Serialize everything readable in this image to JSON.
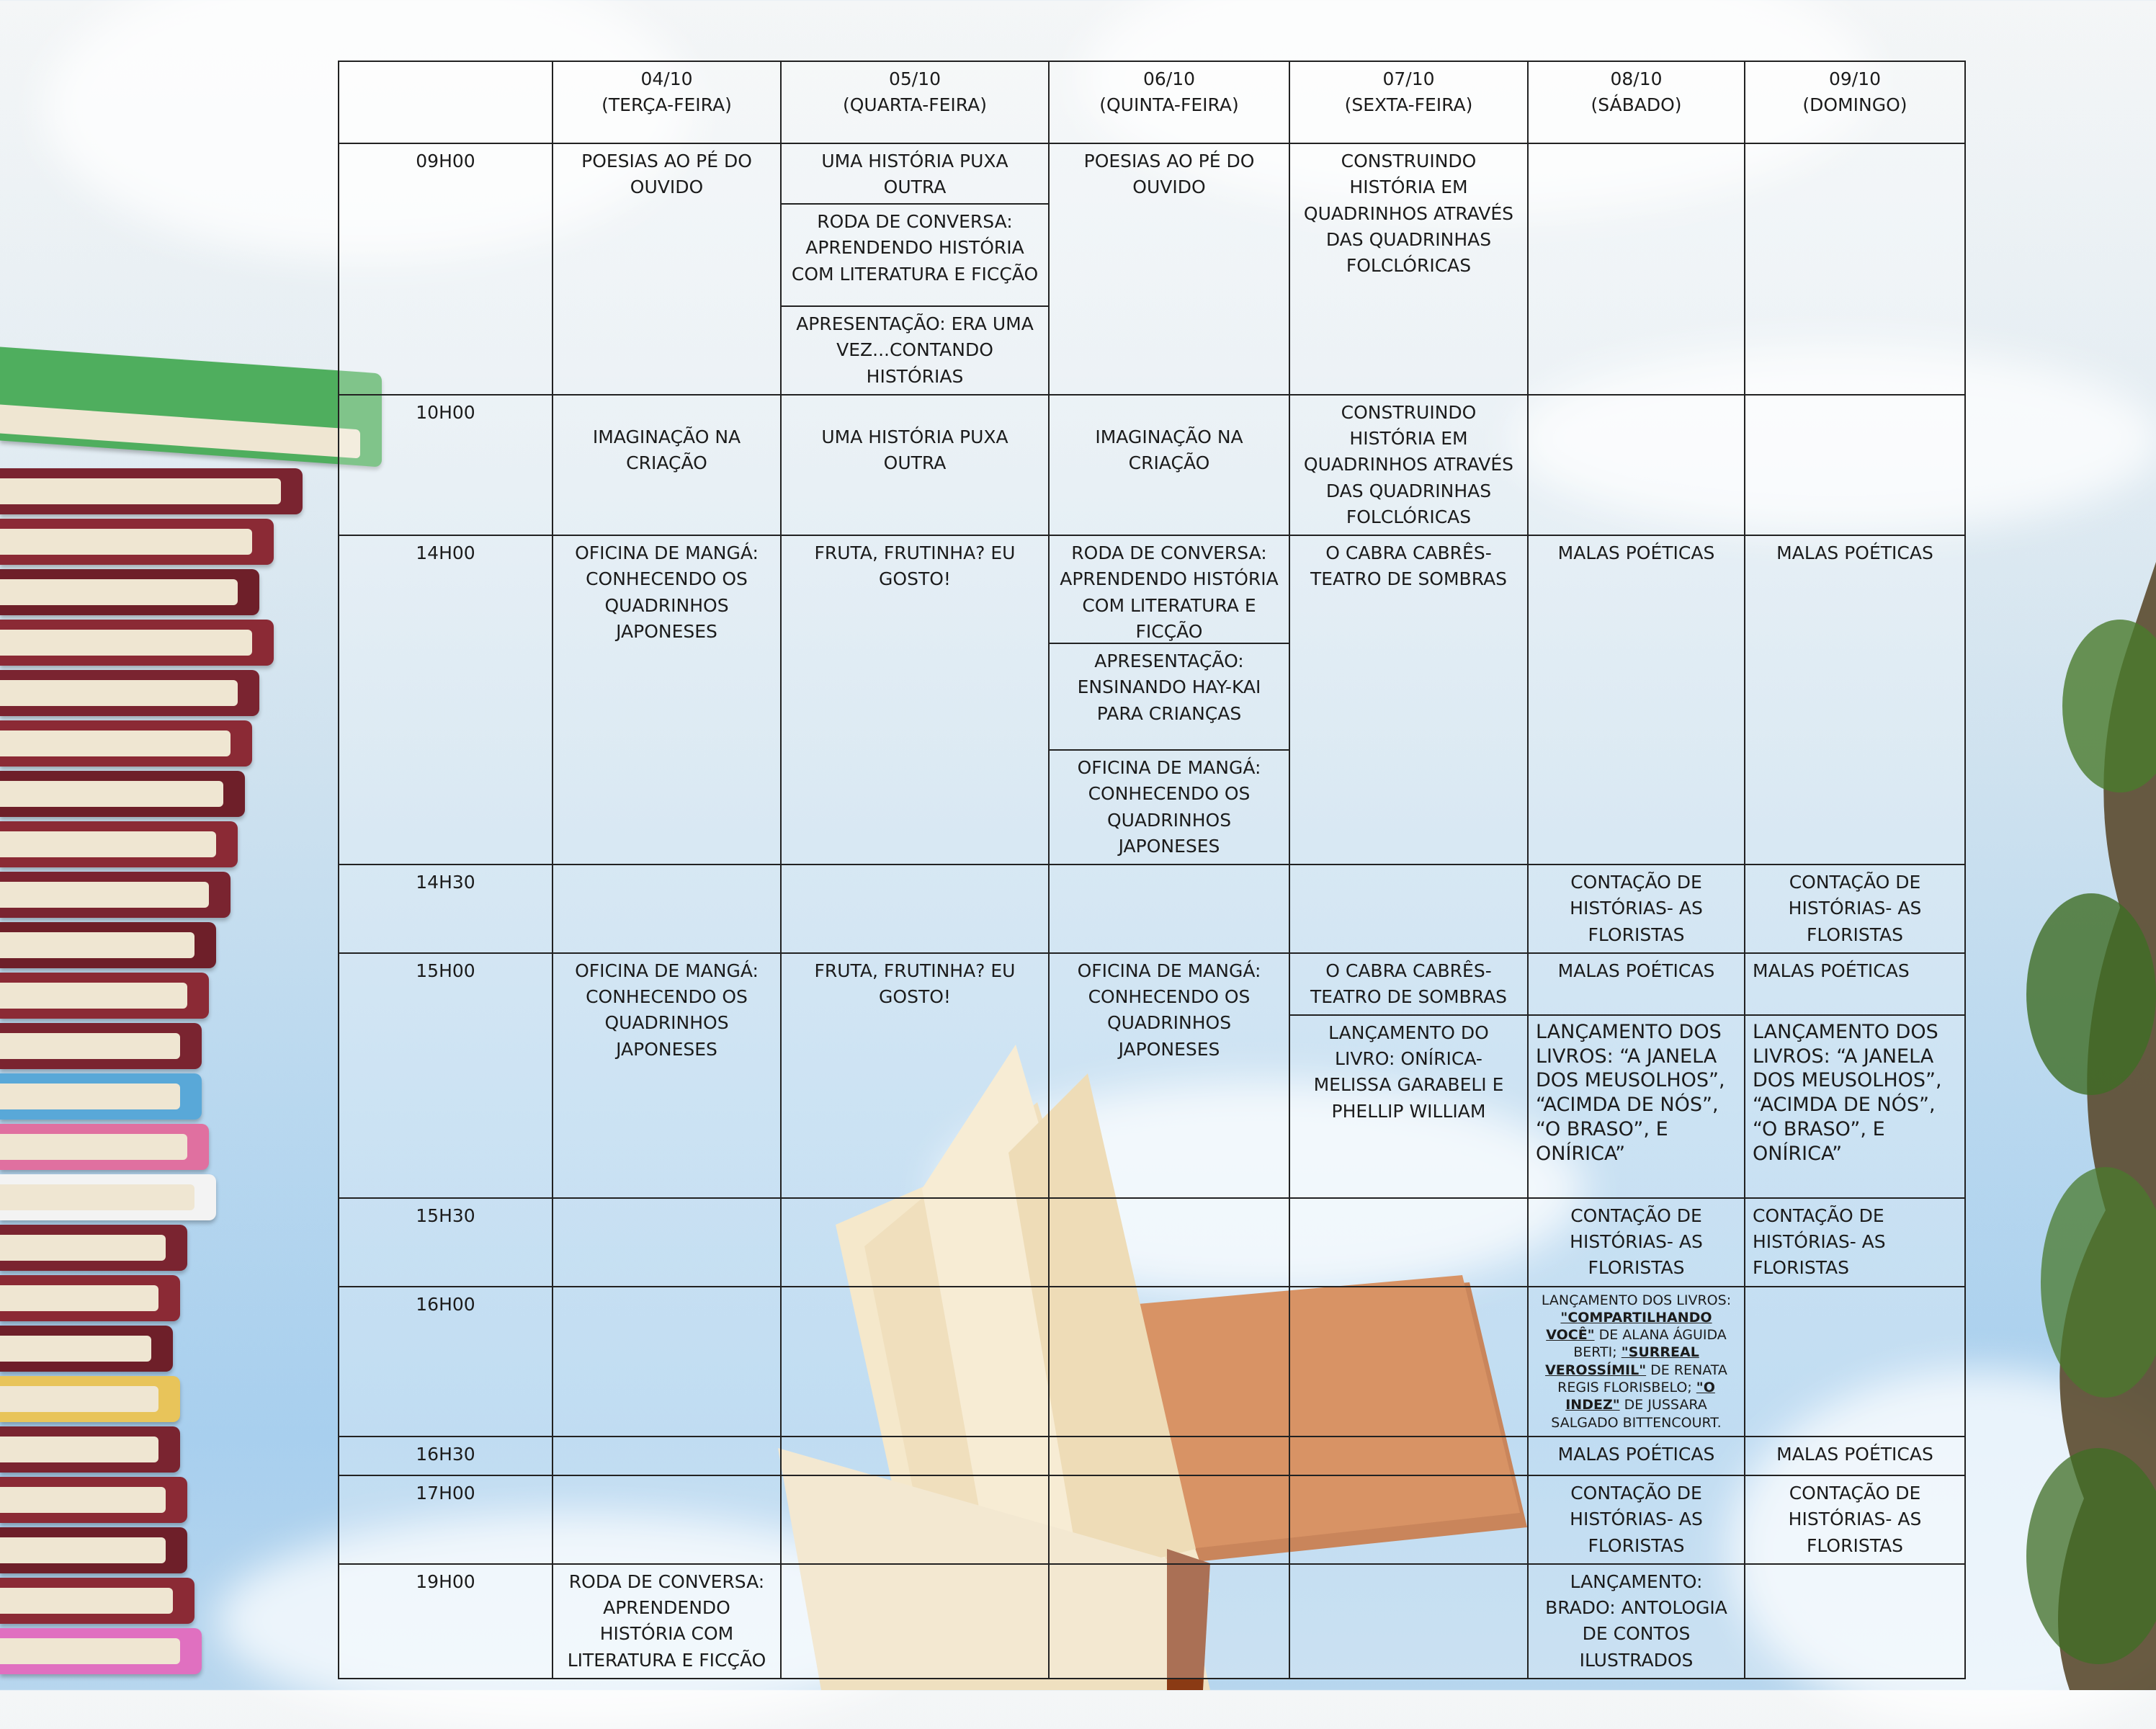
{
  "header": {
    "days": [
      {
        "date": "04/10",
        "weekday": "(TERÇA-FEIRA)"
      },
      {
        "date": "05/10",
        "weekday": "(QUARTA-FEIRA)"
      },
      {
        "date": "06/10",
        "weekday": "(QUINTA-FEIRA)"
      },
      {
        "date": "07/10",
        "weekday": "(SEXTA-FEIRA)"
      },
      {
        "date": "08/10",
        "weekday": "(SÁBADO)"
      },
      {
        "date": "09/10",
        "weekday": "(DOMINGO)"
      }
    ]
  },
  "times": [
    "09H00",
    "10H00",
    "14H00",
    "14H30",
    "15H00",
    "15H30",
    "16H00",
    "16H30",
    "17H00",
    "19H00"
  ],
  "events": {
    "r0": {
      "d0": "POESIAS AO PÉ DO OUVIDO",
      "d1": [
        "UMA HISTÓRIA PUXA OUTRA",
        "RODA DE CONVERSA: APRENDENDO HISTÓRIA COM LITERATURA E FICÇÃO",
        "APRESENTAÇÃO: ERA UMA VEZ...CONTANDO HISTÓRIAS"
      ],
      "d2": "POESIAS AO PÉ DO OUVIDO",
      "d3": "CONSTRUINDO HISTÓRIA EM QUADRINHOS ATRAVÉS DAS QUADRINHAS FOLCLÓRICAS"
    },
    "r1": {
      "d0": "IMAGINAÇÃO NA CRIAÇÃO",
      "d1": "UMA HISTÓRIA PUXA OUTRA",
      "d2": "IMAGINAÇÃO NA CRIAÇÃO",
      "d3": "CONSTRUINDO HISTÓRIA EM QUADRINHOS ATRAVÉS DAS QUADRINHAS FOLCLÓRICAS"
    },
    "r2": {
      "d0": "OFICINA DE MANGÁ: CONHECENDO OS QUADRINHOS JAPONESES",
      "d1": "FRUTA, FRUTINHA? EU GOSTO!",
      "d2": [
        "RODA DE CONVERSA: APRENDENDO HISTÓRIA COM LITERATURA E FICÇÃO",
        "APRESENTAÇÃO: ENSINANDO HAY-KAI PARA CRIANÇAS",
        "OFICINA DE MANGÁ: CONHECENDO OS QUADRINHOS JAPONESES"
      ],
      "d3": "O CABRA CABRÊS- TEATRO DE SOMBRAS",
      "d4": "MALAS POÉTICAS",
      "d5": "MALAS POÉTICAS"
    },
    "r3": {
      "d4": "CONTAÇÃO DE HISTÓRIAS- AS FLORISTAS",
      "d5": "CONTAÇÃO DE HISTÓRIAS- AS FLORISTAS"
    },
    "r4": {
      "d0": "OFICINA DE MANGÁ: CONHECENDO OS QUADRINHOS JAPONESES",
      "d1": "FRUTA, FRUTINHA? EU GOSTO!",
      "d2": "OFICINA DE MANGÁ: CONHECENDO OS QUADRINHOS JAPONESES",
      "d3": [
        "O CABRA CABRÊS- TEATRO DE SOMBRAS",
        "LANÇAMENTO DO LIVRO: ONÍRICA- MELISSA GARABELI E PHELLIP WILLIAM"
      ],
      "d4": [
        "MALAS POÉTICAS",
        "LANÇAMENTO DOS LIVROS: “A JANELA DOS MEUSOLHOS”, “ACIMDA DE NÓS”, “O BRASO”, E ONÍRICA”"
      ],
      "d5": [
        "MALAS POÉTICAS",
        "LANÇAMENTO DOS LIVROS: “A JANELA DOS MEUSOLHOS”, “ACIMDA DE NÓS”, “O BRASO”, E ONÍRICA”"
      ]
    },
    "r5": {
      "d4": "CONTAÇÃO DE HISTÓRIAS- AS FLORISTAS",
      "d5": "CONTAÇÃO DE HISTÓRIAS- AS FLORISTAS"
    },
    "r6": {
      "d4": {
        "intro": "LANÇAMENTO DOS LIVROS:",
        "t1": "\"COMPARTILHANDO VOCÊ\"",
        "a1": " DE ALANA ÁGUIDA BERTI;",
        "t2": "\"SURREAL VEROSSÍMIL\"",
        "a2": " DE RENATA REGIS FLORISBELO;",
        "t3": "\"O INDEZ\"",
        "a3": " DE JUSSARA SALGADO BITTENCOURT."
      }
    },
    "r7": {
      "d4": "MALAS POÉTICAS",
      "d5": "MALAS POÉTICAS"
    },
    "r8": {
      "d4": "CONTAÇÃO DE HISTÓRIAS- AS FLORISTAS",
      "d5": "CONTAÇÃO DE HISTÓRIAS- AS FLORISTAS"
    },
    "r9": {
      "d0": "RODA DE CONVERSA: APRENDENDO HISTÓRIA COM LITERATURA E FICÇÃO",
      "d4": "LANÇAMENTO: BRADO: ANTOLOGIA DE CONTOS ILUSTRADOS"
    }
  },
  "colors": {
    "border": "#222222",
    "sky": "#a8cfee"
  }
}
